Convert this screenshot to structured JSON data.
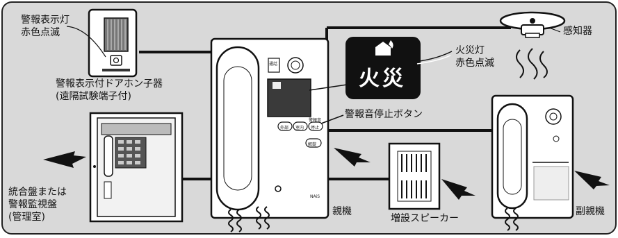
{
  "labels": {
    "alarm_lamp_line1": "警報表示灯",
    "alarm_lamp_line2": "赤色点滅",
    "door_unit_line1": "警報表示付ドアホン子器",
    "door_unit_line2": "(遠隔試験端子付)",
    "fire_lamp_line1": "火災灯",
    "fire_lamp_line2": "赤色点滅",
    "detector": "感知器",
    "alarm_stop_button": "警報音停止ボタン",
    "integrated_panel_line1": "統合盤または",
    "integrated_panel_line2": "警報監視盤",
    "integrated_panel_line3": "(管理室)",
    "master_unit": "親機",
    "extension_speaker": "増設スピーカー",
    "sub_master_unit": "副親機"
  },
  "fire_panel": {
    "text": "火災"
  },
  "master_buttons": {
    "btn1": "外部",
    "btn2": "室内",
    "btn3": "停止",
    "btn4": "解錠",
    "btn5": "通話",
    "stop_caption": "警報音",
    "brand": "NAiS"
  },
  "colors": {
    "background": "#d9d9d9",
    "device": "#ffffff",
    "outline": "#1a1a1a",
    "fire_panel": "#111111"
  }
}
